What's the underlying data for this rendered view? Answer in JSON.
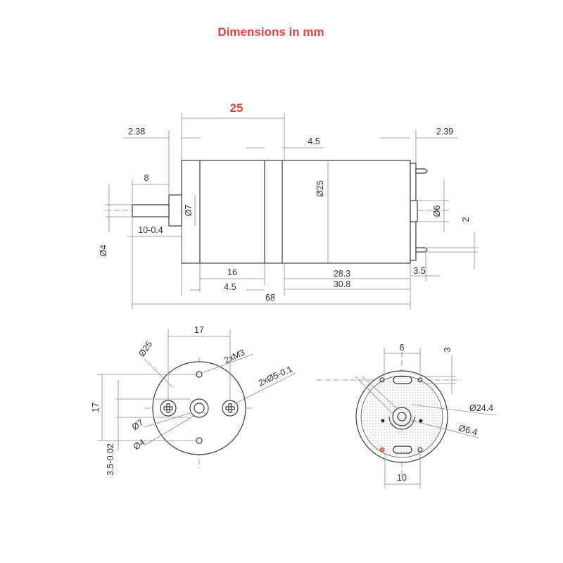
{
  "title": "Dimensions in mm",
  "side_view": {
    "d_25_top": "25",
    "d_2_38": "2.38",
    "d_4_5_top": "4.5",
    "d_2_39": "2.39",
    "d_8": "8",
    "d_10_0_4": "10-0.4",
    "d_phi4": "Ø4",
    "d_phi7": "Ø7",
    "d_phi25": "Ø25",
    "d_phi6": "Ø6",
    "d_2": "2",
    "d_16": "16",
    "d_4_5_bottom": "4.5",
    "d_28_3": "28.3",
    "d_30_8": "30.8",
    "d_3_5": "3.5",
    "d_68": "68"
  },
  "front_view": {
    "d_17_top": "17",
    "d_phi25": "Ø25",
    "d_2xm3": "2xM3",
    "d_2xphi5": "2xØ5-0.1",
    "d_17_left": "17",
    "d_3_5_0_02": "3.5-0.02",
    "d_phi7": "Ø7",
    "d_phi4": "Ø4"
  },
  "rear_view": {
    "d_6": "6",
    "d_3": "3",
    "d_phi24_4": "Ø24.4",
    "d_phi6_4": "Ø6.4",
    "d_10": "10"
  },
  "colors": {
    "accent_red": "#e8413e",
    "line": "#3a3a3a",
    "centerline": "#f08080"
  }
}
